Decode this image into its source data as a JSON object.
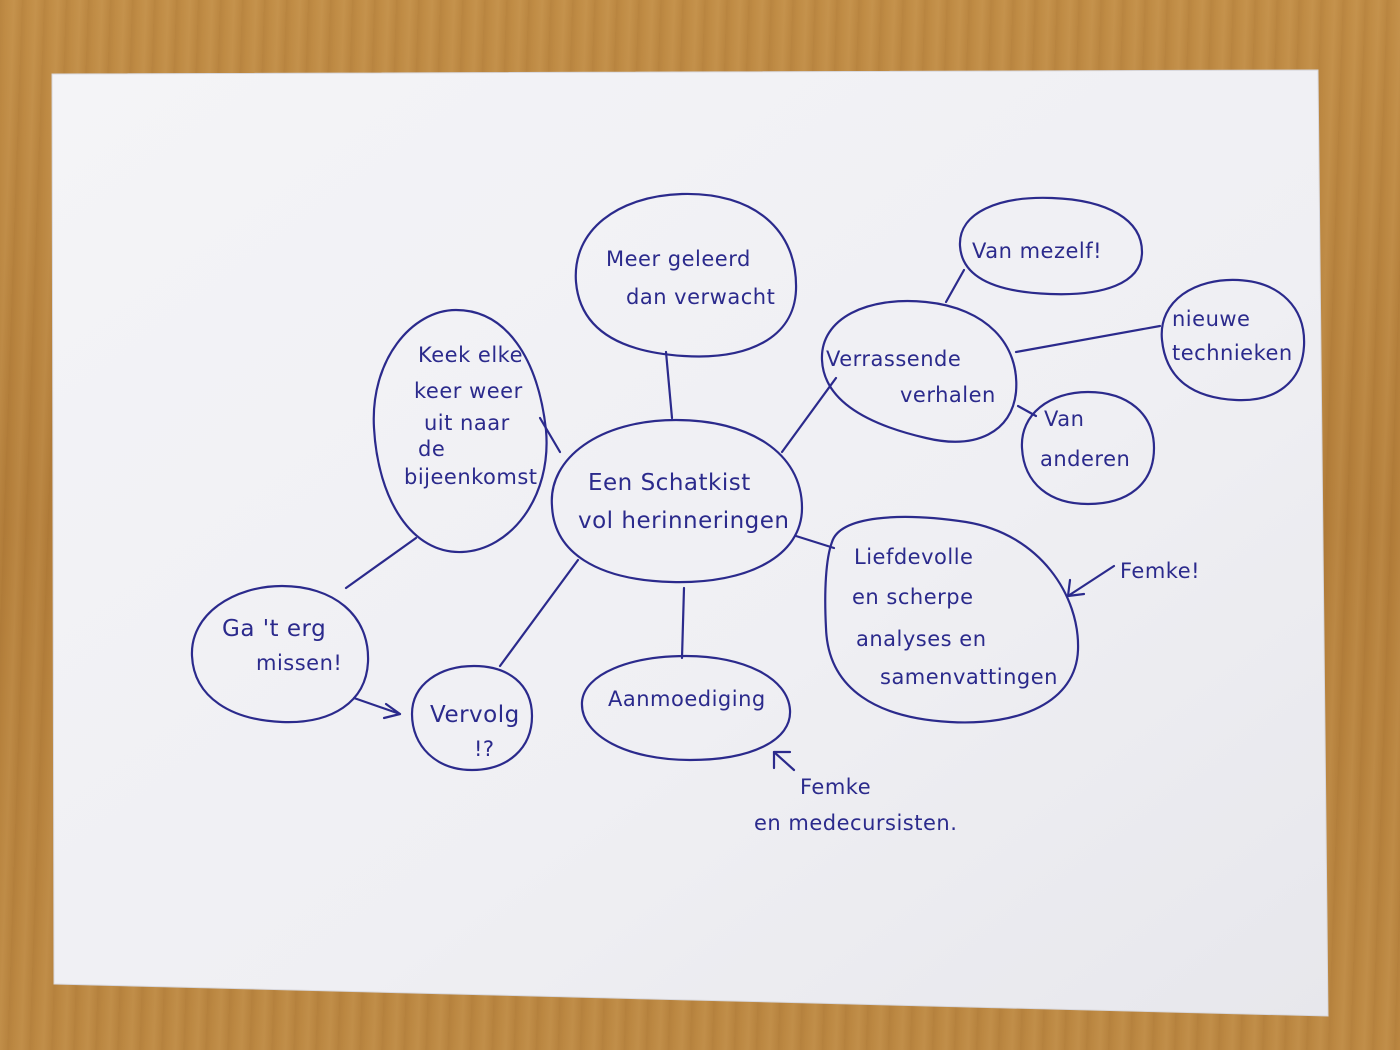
{
  "mindmap": {
    "center": {
      "line1": "Een Schatkist",
      "line2": "vol herinneringen"
    },
    "nodes": {
      "meer_geleerd": {
        "line1": "Meer geleerd",
        "line2": "dan verwacht"
      },
      "keek_elke": {
        "line1": "Keek elke",
        "line2": "keer weer",
        "line3": "uit naar",
        "line4": "de",
        "line5": "bijeenkomst"
      },
      "verrassende": {
        "line1": "Verrassende",
        "line2": "verhalen"
      },
      "van_mezelf": {
        "line1": "Van mezelf!"
      },
      "nieuwe": {
        "line1": "nieuwe",
        "line2": "technieken"
      },
      "van_anderen": {
        "line1": "Van",
        "line2": "anderen"
      },
      "liefdevolle": {
        "line1": "Liefdevolle",
        "line2": "en scherpe",
        "line3": "analyses en",
        "line4": "samenvattingen"
      },
      "gaterg": {
        "line1": "Ga 't erg",
        "line2": "missen!"
      },
      "vervolg": {
        "line1": "Vervolg",
        "line2": "!?"
      },
      "aanmoediging": {
        "line1": "Aanmoediging"
      }
    },
    "annotations": {
      "femke_right": "Femke!",
      "femke_bottom_line1": "Femke",
      "femke_bottom_line2": "en medecursisten."
    }
  },
  "colors": {
    "ink": "#2b2a8c",
    "paper": "#f3f3f6",
    "table": "#b8843f"
  }
}
